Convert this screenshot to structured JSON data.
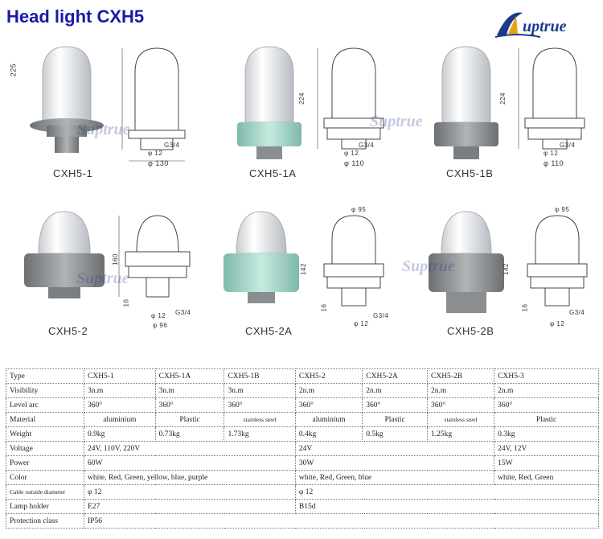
{
  "page": {
    "title": "Head light CXH5",
    "logo_text": "uptrue",
    "logo_prefix": "S",
    "watermark_text": "Suptrue",
    "colors": {
      "title": "#1a1aa8",
      "logo": "#1c3b8c",
      "logo_accent": "#e8a21a",
      "base_grey": "#8a8e90",
      "base_green": "#9fd0c4"
    }
  },
  "products": [
    {
      "model": "CXH5-1",
      "height_label": "225",
      "thread_label": "G3/4",
      "pipe_label": "φ 12",
      "width_label": "φ 130"
    },
    {
      "model": "CXH5-1A",
      "height_label": "224",
      "thread_label": "G3/4",
      "pipe_label": "φ 12",
      "width_label": "φ 110"
    },
    {
      "model": "CXH5-1B",
      "height_label": "224",
      "thread_label": "G3/4",
      "pipe_label": "φ 12",
      "width_label": "φ 110"
    },
    {
      "model": "CXH5-2",
      "height_label": "160",
      "base_label": "16",
      "thread_label": "G3/4",
      "pipe_label": "φ 12",
      "width_label": "φ 96"
    },
    {
      "model": "CXH5-2A",
      "height_label": "142",
      "top_label": "φ 95",
      "base_label": "16",
      "thread_label": "G3/4",
      "pipe_label": "φ 12"
    },
    {
      "model": "CXH5-2B",
      "height_label": "142",
      "top_label": "φ 95",
      "base_label": "16",
      "thread_label": "G3/4",
      "pipe_label": "φ 12"
    }
  ],
  "dim_small": {
    "s16": "16",
    "s12": "12"
  },
  "spec_table": {
    "type_label": "Type",
    "types": [
      "CXH5-1",
      "CXH5-1A",
      "CXH5-1B",
      "CXH5-2",
      "CXH5-2A",
      "CXH5-2B",
      "CXH5-3"
    ],
    "visibility_label": "Visibility",
    "visibility": [
      "3n.m",
      "3n.m",
      "3n.m",
      "2n.m",
      "2n.m",
      "2n.m",
      "2n.m"
    ],
    "level_arc_label": "Level arc",
    "level_arc": [
      "360°",
      "360°",
      "360°",
      "360°",
      "360°",
      "360°",
      "360°"
    ],
    "material_label": "Material",
    "material": [
      "aluminium",
      "Plastic",
      "stainless steel",
      "aluminium",
      "Plastic",
      "stainless steel",
      "Plastic"
    ],
    "weight_label": "Weight",
    "weight": [
      "0.9kg",
      "0.73kg",
      "1.73kg",
      "0.4kg",
      "0.5kg",
      "1.25kg",
      "0.3kg"
    ],
    "voltage_label": "Voltage",
    "voltage": [
      "24V, 110V, 220V",
      "24V",
      "24V, 12V"
    ],
    "power_label": "Power",
    "power": [
      "60W",
      "30W",
      "15W"
    ],
    "color_label": "Color",
    "color": [
      "white, Red, Green, yellow, blue, purple",
      "white, Red, Green, blue",
      "white, Red, Green"
    ],
    "cable_label": "Cable outside diameter",
    "cable": [
      "φ 12",
      "φ 12"
    ],
    "lamp_holder_label": "Lamp holder",
    "lamp_holder": [
      "E27",
      "B15d"
    ],
    "protection_label": "Protection class",
    "protection": "IP56"
  }
}
